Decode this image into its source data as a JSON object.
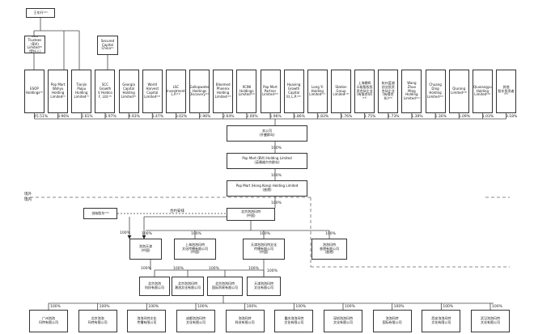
{
  "top_entity": "王东升¹⁾²⁾",
  "parents": [
    {
      "name": "UBS\nTrustees\n(BVI) Limited⁽³⁾\n(受托人)"
    },
    {
      "name": "Secured\nCapital\nChina⁽¹⁾"
    }
  ],
  "shareholders": [
    {
      "name": "ESOP\nHoldings⁽⁵⁾",
      "pct": "45.51%"
    },
    {
      "name": "Pop Mart\nWahyu\nHolding\nLimited⁽⁶⁾",
      "pct": "8.96%"
    },
    {
      "name": "Tianjin\nPaipu\nHolding\nLimited⁽⁷⁾",
      "pct": "2.61%"
    },
    {
      "name": "SCC\nGrowth\nV Holdco\nF, Ltd.⁽⁸⁾",
      "pct": "6.97%"
    },
    {
      "name": "Georgia\nCapital\nHolding\nLimited⁽⁹⁾",
      "pct": "4.93%"
    },
    {
      "name": "World\nHarvest\nCapital\nLimited⁽¹⁰⁾",
      "pct": "3.47%"
    },
    {
      "name": "LSC\nInvestment\nL.P.⁽¹¹⁾",
      "pct": "3.02%"
    },
    {
      "name": "Gallopwater\nHoldings\nDiscovery⁽¹²⁾",
      "pct": "2.96%"
    },
    {
      "name": "Bloomed\nPhoenix\nHolding\nLimited⁽¹³⁾",
      "pct": "2.64%"
    },
    {
      "name": "XCINI\nHoldings\nLimited⁽¹⁴⁾",
      "pct": "2.00%"
    },
    {
      "name": "Pop Mart\nPartner\nLimited⁽¹⁵⁾",
      "pct": "1.96%"
    },
    {
      "name": "Huaxing\nGrowth\nCapital\nIII, L.P.⁽¹⁶⁾",
      "pct": "1.86%"
    },
    {
      "name": "Long Yi\nHolding\nLimited⁽¹⁷⁾",
      "pct": "1.83%"
    },
    {
      "name": "Station\nGroup\nLimited⁽¹⁸⁾",
      "pct": "1.76%"
    },
    {
      "name": "上海鼎晖\n众裕股权投\n资合伙企业\n(有限合伙)⁽¹⁹⁾",
      "pct": "1.75%"
    },
    {
      "name": "杭州蓝湖\n创业投资\n合伙企业\n(有限合\n伙)⁽²⁰⁾",
      "pct": "1.73%"
    },
    {
      "name": "Wang\nZhuo\nMing\nHolding\nLimited⁽²¹⁾",
      "pct": "1.39%"
    },
    {
      "name": "Chuang\nDing\nHolding\nLimited⁽²²⁾",
      "pct": "1.30%"
    },
    {
      "name": "Qiurong\nLimited⁽²³⁾",
      "pct": "1.09%"
    },
    {
      "name": "Qiuxiangyu\nHolding\nLimited⁽²⁴⁾",
      "pct": "1.03%"
    },
    {
      "name": "其他\n股东投资者⁽²⁵⁾",
      "pct": "3.18%"
    }
  ],
  "chain": [
    {
      "name": "本公司\n(开曼群岛)",
      "pct": "100%"
    },
    {
      "name": "Pop Mart (BVI) Holding Limited\n(英属维尔京群岛)",
      "pct": "100%"
    },
    {
      "name": "Pop Mart (Hong Kong) Holding Limited\n(香港)",
      "pct": "100%"
    }
  ],
  "offshore_label": "境外",
  "onshore_label": "境内",
  "opco": {
    "name": "北京泡泡玛特\n(中国)"
  },
  "related": {
    "name": "创始股东⁽²⁶⁾"
  },
  "contract_label": "合约安排",
  "contract_pct": "100%",
  "mid_level": [
    {
      "name": "泡泡天津\n(中国)",
      "pct": "100%"
    },
    {
      "name": "上海泡泡玛特\n文化传播有限公司\n(中国)",
      "pct": "100%"
    },
    {
      "name": "天津泡泡玛特文化\n传播有限公司\n(中国)",
      "pct": "100%"
    },
    {
      "name": "泡泡玛特\n香港有限公司\n(香港)",
      "pct": "100%"
    }
  ],
  "fourth_level": [
    {
      "name": "北京泡泡\n科技有限公司",
      "pct": "100%"
    },
    {
      "name": "北京泡泡玛特\n潮流文化有限公司",
      "pct": "100%"
    },
    {
      "name": "北京泡泡玛特\n国际贸易有限公司",
      "pct": "100%"
    },
    {
      "name": "天津泡泡玛特\n文化有限公司",
      "pct": "100%"
    }
  ],
  "fourth_extra_pct": "100%",
  "bottom_row": [
    {
      "name": "广州泡泡\n玛特有限公司",
      "pct": "100%"
    },
    {
      "name": "北京泡泡\n玛特有限公司",
      "pct": "100%"
    },
    {
      "name": "泡泡玛特文化\n传播有限公司",
      "pct": "100%"
    },
    {
      "name": "成都泡泡玛特\n文化有限公司",
      "pct": "100%"
    },
    {
      "name": "泡泡玛特\n科技有限公司",
      "pct": "100%"
    },
    {
      "name": "重庆泡泡玛特\n文化有限公司",
      "pct": "100%"
    },
    {
      "name": "深圳泡泡玛特\n文化有限公司",
      "pct": "100%"
    },
    {
      "name": "泡泡玛特\n国际有限公司",
      "pct": "100%"
    },
    {
      "name": "西安泡泡玛特\n文化有限公司",
      "pct": "100%"
    },
    {
      "name": "武汉泡泡玛特\n文化有限公司",
      "pct": "100%"
    }
  ]
}
